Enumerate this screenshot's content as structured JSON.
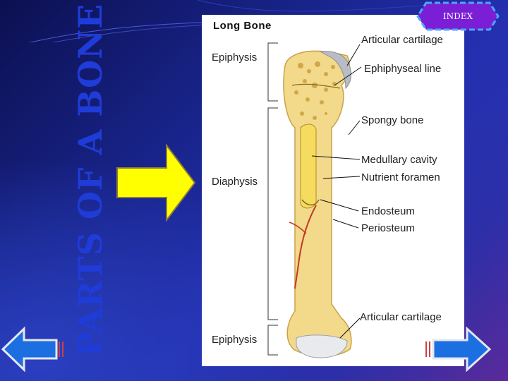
{
  "slide": {
    "title": "PARTS OF A BONE",
    "index_label": "INDEX"
  },
  "diagram": {
    "heading": "Long Bone",
    "left_labels": {
      "epiphysis_top": "Epiphysis",
      "diaphysis": "Diaphysis",
      "epiphysis_bottom": "Epiphysis"
    },
    "right_labels": {
      "articular_cartilage_top": "Articular cartilage",
      "epiphyseal_line": "Ephiphyseal line",
      "spongy_bone": "Spongy bone",
      "medullary_cavity": "Medullary cavity",
      "nutrient_foramen": "Nutrient foramen",
      "endosteum": "Endosteum",
      "periosteum": "Periosteum",
      "articular_cartilage_bottom": "Articular cartilage"
    }
  },
  "colors": {
    "title": "#1f3cd8",
    "arrow_fill": "#ffff00",
    "bone": "#f3d98a",
    "index_fill": "#7a1fd6",
    "nav_fill": "#1b6fe0"
  },
  "icons": {
    "pointer": "yellow-right-arrow-icon",
    "back": "back-arrow-icon",
    "forward": "forward-arrow-icon"
  }
}
